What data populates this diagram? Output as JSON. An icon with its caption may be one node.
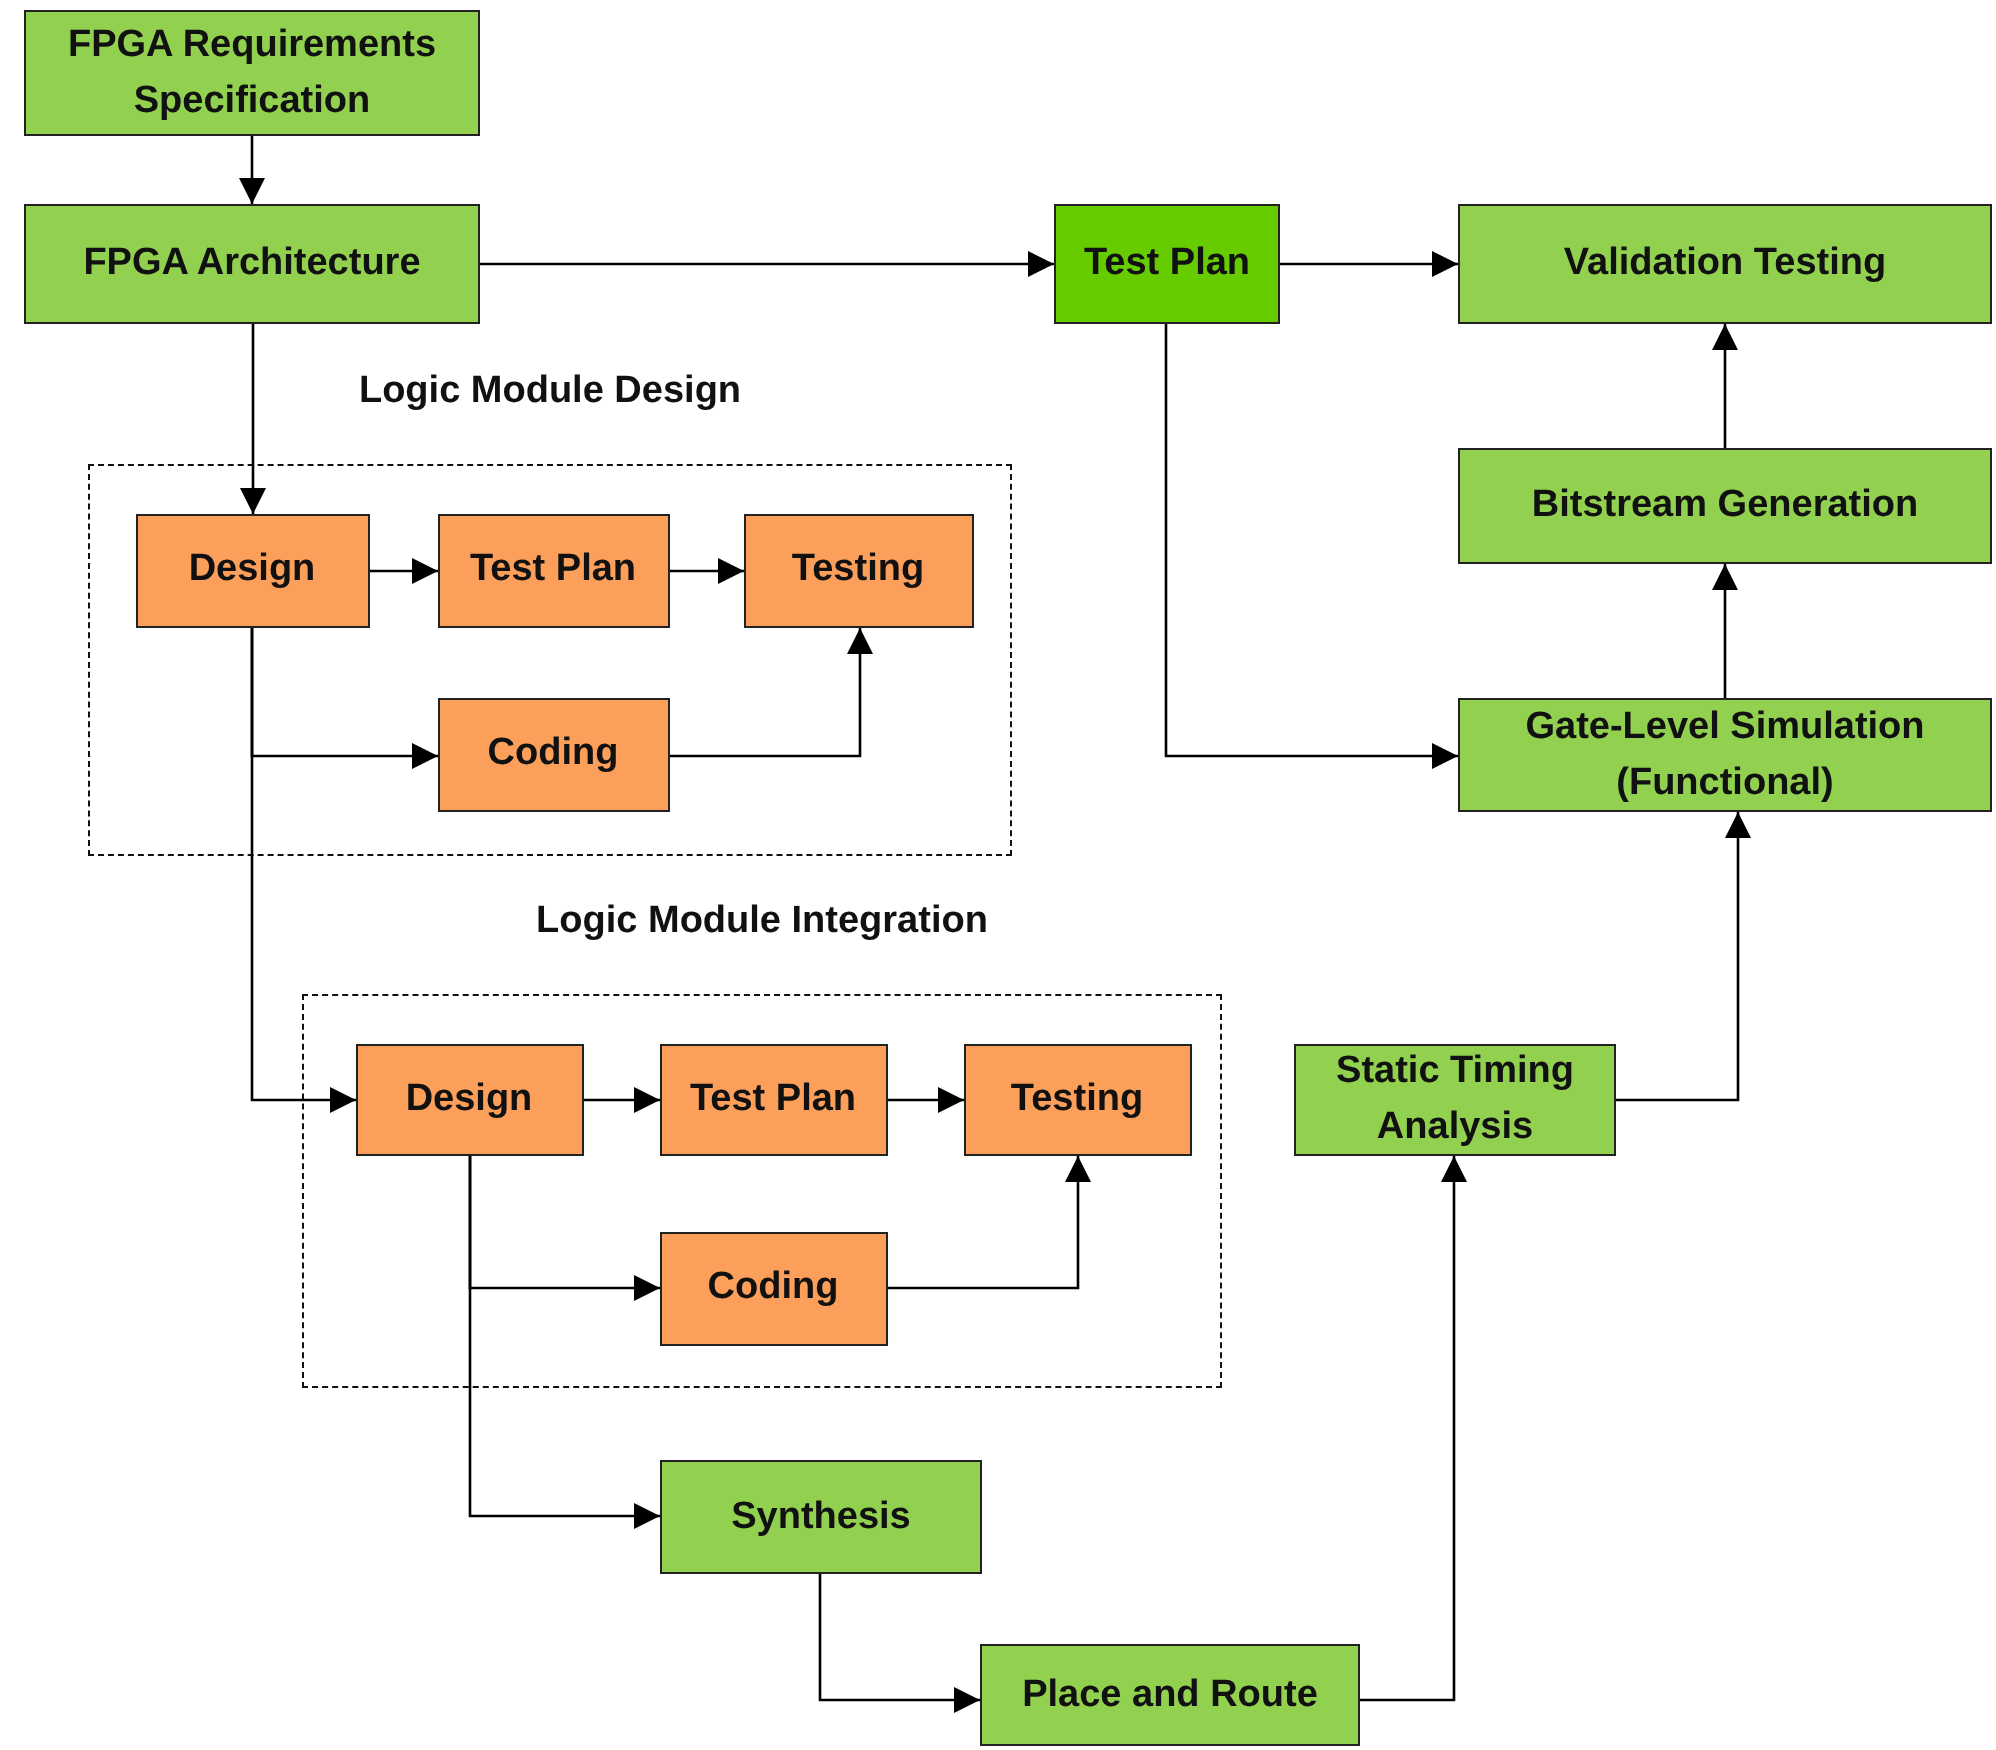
{
  "diagram": {
    "nodes": [
      {
        "text": [
          "FPGA Requirements Specification"
        ]
      },
      {
        "text": [
          "FPGA Architecture"
        ]
      },
      {
        "text": [
          "Test Plan"
        ]
      },
      {
        "text": [
          "Validation Testing"
        ]
      },
      {
        "text": [
          "Logic Module Design"
        ]
      },
      {
        "text": [
          "Design"
        ],
        "in": 4
      },
      {
        "text": [
          "Test Plan"
        ],
        "in": 4
      },
      {
        "text": [
          "Testing"
        ],
        "in": 4
      },
      {
        "text": [
          "Coding"
        ],
        "in": 4
      },
      {
        "text": [
          "Bitstream Generation"
        ]
      },
      {
        "text": [
          "Gate-Level Simulation (Functional)"
        ]
      },
      {
        "text": [
          "Logic Module Integration"
        ]
      },
      {
        "text": [
          "Design"
        ],
        "in": 11
      },
      {
        "text": [
          "Test Plan"
        ],
        "in": 11
      },
      {
        "text": [
          "Testing"
        ],
        "in": 11
      },
      {
        "text": [
          "Coding"
        ],
        "in": 11
      },
      {
        "text": [
          "Static Timing Analysis"
        ]
      },
      {
        "text": [
          "Synthesis"
        ]
      },
      {
        "text": [
          "Place and Route"
        ]
      }
    ],
    "edges": [
      {
        "from": 0,
        "to": 1,
        "arrow": "to"
      },
      {
        "from": 1,
        "to": 2,
        "arrow": "to"
      },
      {
        "from": 2,
        "to": 3,
        "arrow": "to"
      },
      {
        "from": 1,
        "to": 5,
        "arrow": "to"
      },
      {
        "from": 5,
        "to": 6,
        "arrow": "to"
      },
      {
        "from": 6,
        "to": 7,
        "arrow": "to"
      },
      {
        "from": 5,
        "to": 8,
        "arrow": "to"
      },
      {
        "from": 8,
        "to": 7,
        "arrow": "to"
      },
      {
        "from": 5,
        "to": 12,
        "arrow": "to"
      },
      {
        "from": 12,
        "to": 13,
        "arrow": "to"
      },
      {
        "from": 13,
        "to": 14,
        "arrow": "to"
      },
      {
        "from": 12,
        "to": 15,
        "arrow": "to"
      },
      {
        "from": 15,
        "to": 14,
        "arrow": "to"
      },
      {
        "from": 12,
        "to": 17,
        "arrow": "to"
      },
      {
        "from": 17,
        "to": 18,
        "arrow": "to"
      },
      {
        "from": 18,
        "to": 16,
        "arrow": "to"
      },
      {
        "from": 16,
        "to": 10,
        "arrow": "to"
      },
      {
        "from": 2,
        "to": 10,
        "arrow": "to"
      },
      {
        "from": 10,
        "to": 9,
        "arrow": "to"
      },
      {
        "from": 9,
        "to": 3,
        "arrow": "to"
      }
    ]
  }
}
